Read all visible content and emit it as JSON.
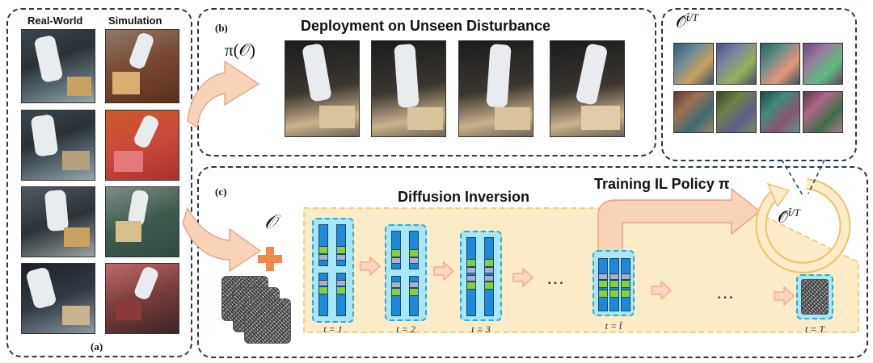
{
  "panels": {
    "a": {
      "label": "(a)",
      "col_real": "Real-World",
      "col_sim": "Simulation"
    },
    "b": {
      "label": "(b)",
      "title": "Deployment on Unseen Disturbance",
      "policy": "π(𝒪)"
    },
    "c": {
      "label": "(c)",
      "diffusion_title": "Diffusion Inversion",
      "training_title": "Training IL Policy π",
      "obs_symbol": "𝒪",
      "output_symbol_main": "𝒪̂",
      "output_symbol_sup": "t̂/T"
    },
    "aug_header": {
      "main": "𝒪̂",
      "sup": "t̂/T"
    }
  },
  "steps": [
    {
      "label": "t = 1"
    },
    {
      "label": "t = 2"
    },
    {
      "label": "t = 3"
    },
    {
      "label": "t = t̂"
    },
    {
      "label": "t = T"
    }
  ],
  "ellipsis": "…",
  "colors": {
    "border": "#24384a",
    "arrow_fill": "#f8d3b6",
    "arrow_stroke": "#e2997a",
    "trapezoid": "#fbecc7",
    "plus": "#f08a48",
    "bar_blue": "#1f88d8",
    "bar_green": "#86d03d",
    "bar_gray": "#a9b0c9",
    "highlight": "#a8e7f5"
  }
}
